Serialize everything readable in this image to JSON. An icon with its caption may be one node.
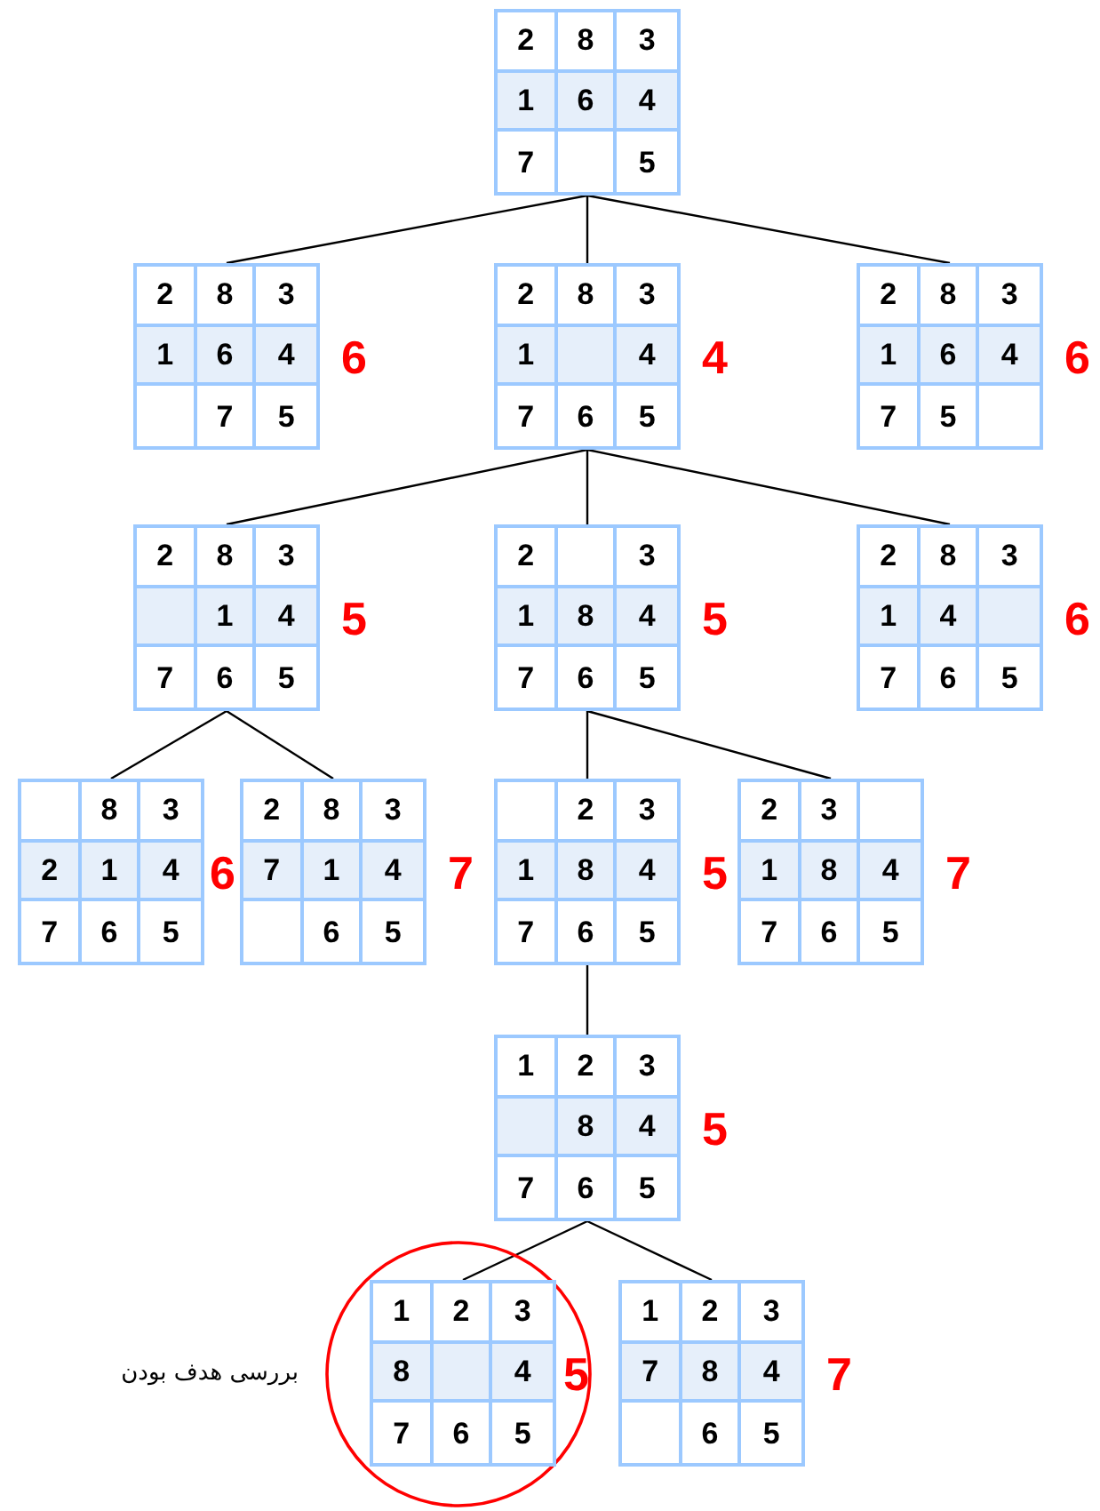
{
  "diagram": {
    "nodes": [
      {
        "text": [
          "2",
          "8",
          "3",
          "1",
          "6",
          "4",
          "7",
          "5"
        ]
      },
      {
        "text": [
          "2",
          "8",
          "3",
          "1",
          "6",
          "4",
          "7",
          "5"
        ],
        "beside": [
          "6"
        ]
      },
      {
        "text": [
          "2",
          "8",
          "3",
          "1",
          "4",
          "7",
          "6",
          "5"
        ],
        "beside": [
          "4"
        ]
      },
      {
        "text": [
          "2",
          "8",
          "3",
          "1",
          "6",
          "4",
          "7",
          "5"
        ],
        "beside": [
          "6"
        ]
      },
      {
        "text": [
          "2",
          "8",
          "3",
          "1",
          "4",
          "7",
          "6",
          "5"
        ],
        "beside": [
          "5"
        ]
      },
      {
        "text": [
          "2",
          "3",
          "1",
          "8",
          "4",
          "7",
          "6",
          "5"
        ],
        "beside": [
          "5"
        ]
      },
      {
        "text": [
          "2",
          "8",
          "3",
          "1",
          "4",
          "7",
          "6",
          "5"
        ],
        "beside": [
          "6"
        ]
      },
      {
        "text": [
          "8",
          "3",
          "2",
          "1",
          "4",
          "7",
          "6",
          "5"
        ],
        "beside": [
          "6"
        ]
      },
      {
        "text": [
          "2",
          "8",
          "3",
          "7",
          "1",
          "4",
          "6",
          "5"
        ],
        "beside": [
          "7"
        ]
      },
      {
        "text": [
          "2",
          "3",
          "1",
          "8",
          "4",
          "7",
          "6",
          "5"
        ],
        "beside": [
          "5"
        ]
      },
      {
        "text": [
          "2",
          "3",
          "1",
          "8",
          "4",
          "7",
          "6",
          "5"
        ],
        "beside": [
          "7"
        ]
      },
      {
        "text": [
          "1",
          "2",
          "3",
          "8",
          "4",
          "7",
          "6",
          "5"
        ],
        "beside": [
          "5"
        ]
      },
      {
        "text": [
          "1",
          "2",
          "3",
          "8",
          "4",
          "7",
          "6",
          "5"
        ],
        "beside": [
          "5"
        ]
      },
      {
        "text": [
          "1",
          "2",
          "3",
          "7",
          "8",
          "4",
          "6",
          "5"
        ],
        "beside": [
          "7"
        ]
      }
    ],
    "edges": [
      {
        "from": 0,
        "to": 1,
        "arrow": "none"
      },
      {
        "from": 0,
        "to": 2,
        "arrow": "none"
      },
      {
        "from": 0,
        "to": 3,
        "arrow": "none"
      },
      {
        "from": 2,
        "to": 4,
        "arrow": "none"
      },
      {
        "from": 2,
        "to": 5,
        "arrow": "none"
      },
      {
        "from": 2,
        "to": 6,
        "arrow": "none"
      },
      {
        "from": 4,
        "to": 7,
        "arrow": "none"
      },
      {
        "from": 4,
        "to": 8,
        "arrow": "none"
      },
      {
        "from": 5,
        "to": 9,
        "arrow": "none"
      },
      {
        "from": 5,
        "to": 10,
        "arrow": "none"
      },
      {
        "from": 9,
        "to": 11,
        "arrow": "none"
      },
      {
        "from": 11,
        "to": 12,
        "arrow": "none"
      },
      {
        "from": 11,
        "to": 13,
        "arrow": "none"
      }
    ],
    "labels": [
      "بررسی هدف بودن"
    ]
  }
}
